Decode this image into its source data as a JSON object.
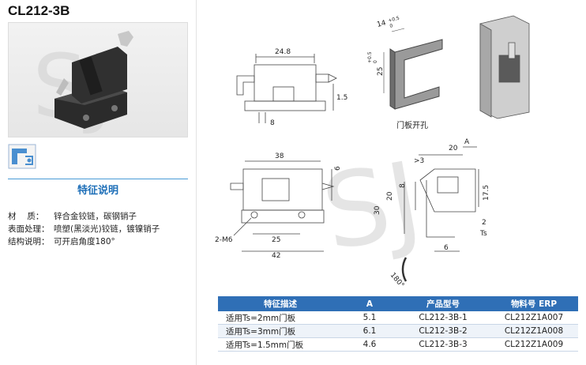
{
  "title": "CL212-3B",
  "section_heading": "特征说明",
  "specs": [
    {
      "label": "材　 质：",
      "value": "锌合金铰链，碳钢销子"
    },
    {
      "label": "表面处理：",
      "value": "喷塑(黑淡光)铰链，镀镍销子"
    },
    {
      "label": "结构说明：",
      "value": "可开启角度180°"
    }
  ],
  "drawing": {
    "dims_front_top": [
      "24.8",
      "1.5",
      "8"
    ],
    "dims_front_bottom": [
      "38",
      "6",
      "25",
      "42",
      "2-M6"
    ],
    "cutout_caption": "门板开孔",
    "cutout_dims": [
      "14",
      "+0.5",
      "0",
      "25",
      "+0.5",
      "0"
    ],
    "side_dims": [
      "20",
      "A",
      ">3",
      "20",
      "8",
      "30",
      "17.5",
      "2",
      "Ts",
      "6",
      "180°"
    ]
  },
  "table": {
    "headers": [
      "特征描述",
      "A",
      "产品型号",
      "物料号 ERP"
    ],
    "rows": [
      [
        "适用Ts=2mm门板",
        "5.1",
        "CL212-3B-1",
        "CL212Z1A007"
      ],
      [
        "适用Ts=3mm门板",
        "6.1",
        "CL212-3B-2",
        "CL212Z1A008"
      ],
      [
        "适用Ts=1.5mm门板",
        "4.6",
        "CL212-3B-3",
        "CL212Z1A009"
      ]
    ]
  },
  "colors": {
    "accent": "#2f6fb6",
    "heading": "#1e6fb8",
    "watermark": "#d0d0d0"
  }
}
